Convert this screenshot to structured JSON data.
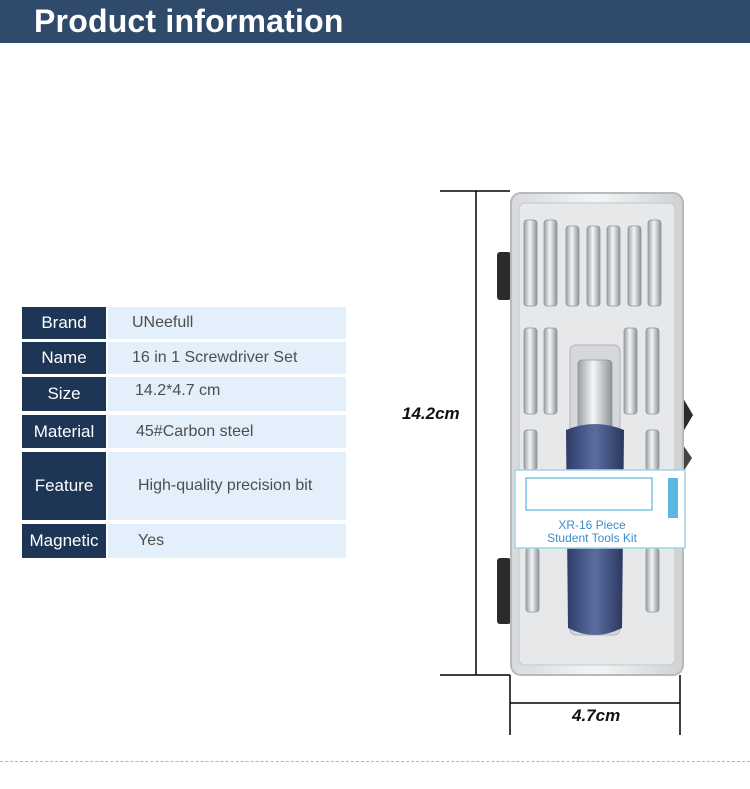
{
  "header": {
    "title": "Product information"
  },
  "specs": [
    {
      "label": "Brand",
      "value": "UNeefull"
    },
    {
      "label": "Name",
      "value": "16 in 1 Screwdriver Set"
    },
    {
      "label": "Size",
      "value": "14.2*4.7 cm"
    },
    {
      "label": "Material",
      "value": "45#Carbon steel"
    },
    {
      "label": "Feature",
      "value": "High-quality precision bit"
    },
    {
      "label": "Magnetic",
      "value": "Yes"
    }
  ],
  "product": {
    "height_label": "14.2cm",
    "width_label": "4.7cm",
    "box_label_line1": "XR-16 Piece",
    "box_label_line2": "Student Tools Kit"
  },
  "colors": {
    "header": "#2f4a6a",
    "label_bg": "#1d3655",
    "value_bg": "#e3effa",
    "handle": "#4a5c8f"
  }
}
